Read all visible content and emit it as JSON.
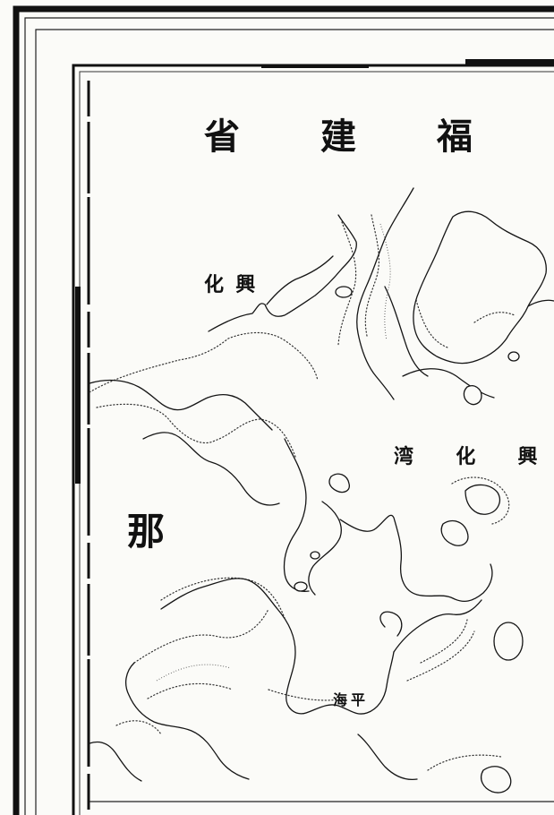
{
  "map": {
    "title_chars": [
      "省",
      "建",
      "福"
    ],
    "labels": {
      "xinghua": "化興",
      "xinghua_bay": "湾 化 興",
      "pinghai": "海平",
      "side_char": "那"
    }
  }
}
